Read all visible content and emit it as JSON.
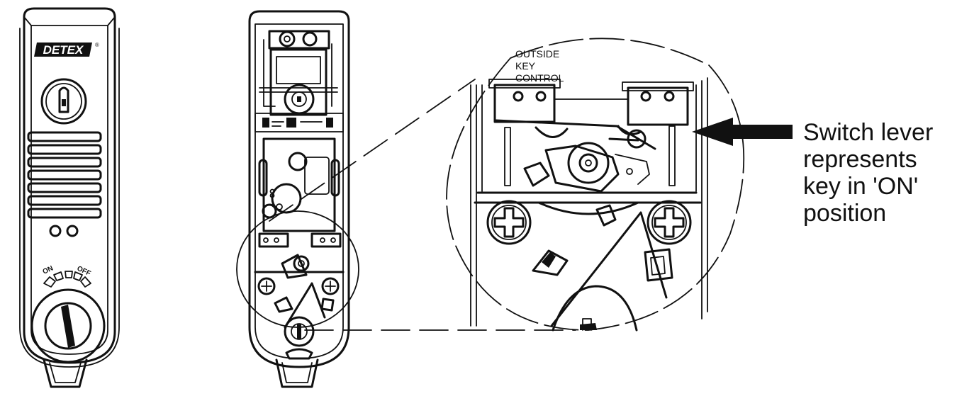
{
  "brand": {
    "logo_text": "DETEX",
    "registered_mark": "®"
  },
  "front_view": {
    "switch_on_label": "ON",
    "switch_off_label": "OFF"
  },
  "detail_view": {
    "label_lines": [
      "OUTSIDE",
      "KEY",
      "CONTROL"
    ]
  },
  "callout": {
    "lines": [
      "Switch lever",
      "represents",
      "key in 'ON'",
      "position"
    ]
  },
  "colors": {
    "line": "#111111",
    "background": "#ffffff"
  }
}
